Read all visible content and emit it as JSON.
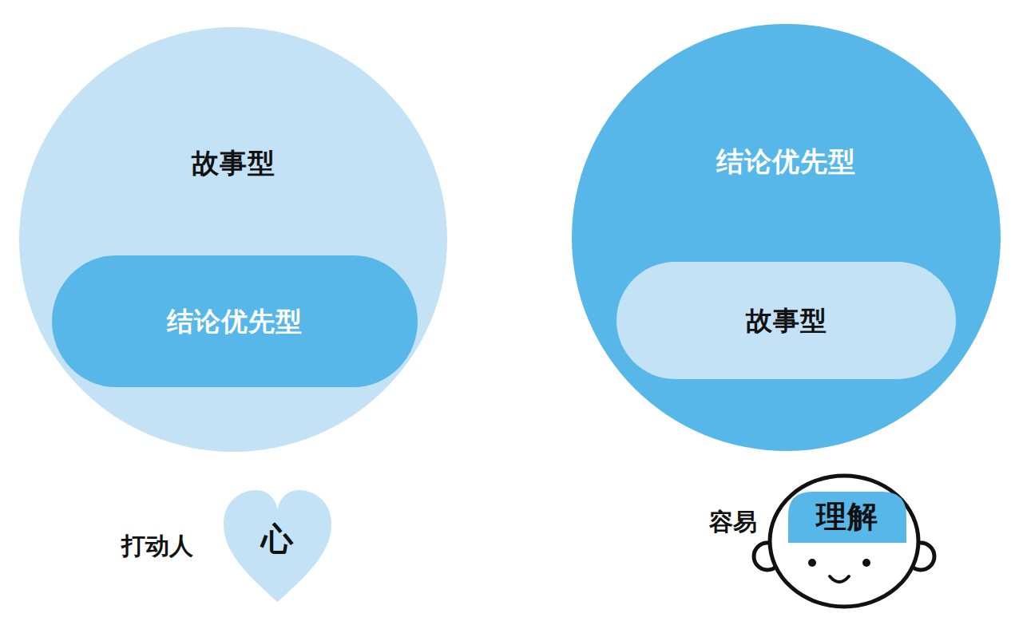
{
  "diagram": {
    "nodes": [
      {
        "text": [
          "故事型"
        ]
      },
      {
        "text": [
          "结论优先型"
        ],
        "in": 0
      },
      {
        "text": [
          "结论优先型"
        ]
      },
      {
        "text": [
          "故事型"
        ],
        "in": 2
      },
      {
        "text": [
          "心"
        ]
      },
      {
        "text": [
          "理解"
        ]
      }
    ],
    "labels": [
      "打动人",
      "容易"
    ]
  }
}
